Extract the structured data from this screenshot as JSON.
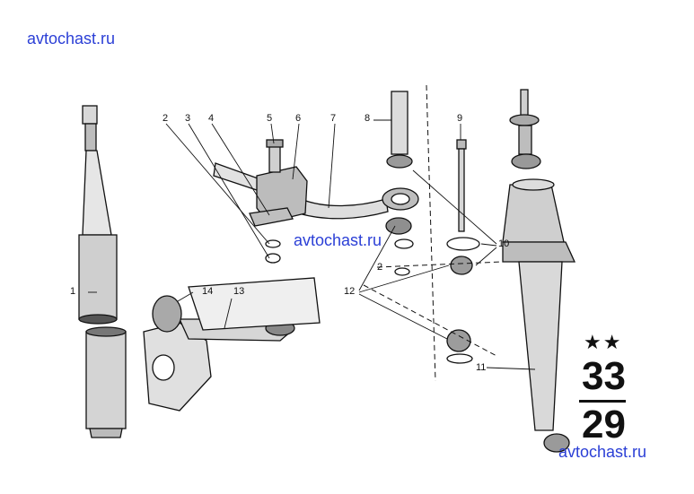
{
  "watermarks": [
    "avtochast.ru",
    "avtochast.ru",
    "avtochast.ru"
  ],
  "callouts": [
    "1",
    "2",
    "3",
    "4",
    "5",
    "6",
    "7",
    "8",
    "9",
    "10",
    "11",
    "12",
    "13",
    "14",
    "2"
  ],
  "group": {
    "stars": "★★",
    "main": "33",
    "sub": "29"
  }
}
